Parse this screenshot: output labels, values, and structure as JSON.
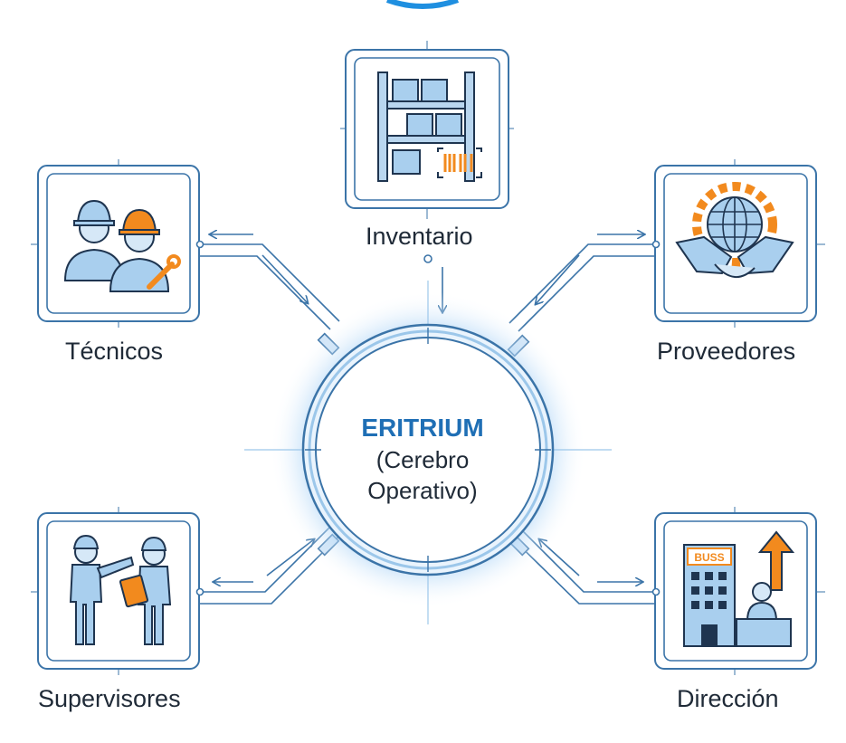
{
  "diagram": {
    "center": {
      "title": "ERITRIUM",
      "subtitle_line1": "(Cerebro",
      "subtitle_line2": "Operativo)"
    },
    "nodes": {
      "inventario": {
        "label": "Inventario",
        "icon": "warehouse-shelves-icon"
      },
      "tecnicos": {
        "label": "Técnicos",
        "icon": "technicians-hardhat-icon"
      },
      "proveedores": {
        "label": "Proveedores",
        "icon": "handshake-globe-icon"
      },
      "supervisores": {
        "label": "Supervisores",
        "icon": "supervisors-clipboard-icon"
      },
      "direccion": {
        "label": "Dirección",
        "icon": "office-building-growth-icon",
        "building_sign": "BUSS"
      }
    },
    "colors": {
      "line": "#3b74a8",
      "dark": "#1f3550",
      "accent_blue": "#1f6fb5",
      "light_blue": "#a9cfee",
      "orange": "#f28a1e",
      "glow": "#cfe6fb"
    }
  }
}
